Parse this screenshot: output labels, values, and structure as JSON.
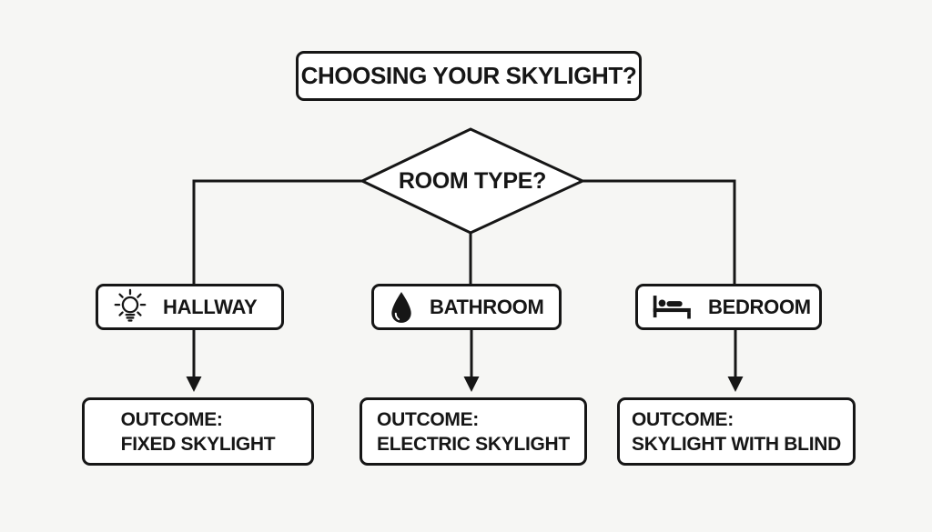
{
  "page": {
    "background": "#f6f6f4",
    "line_color": "#161616",
    "box_fill": "#ffffff"
  },
  "title": {
    "label": "CHOOSING YOUR SKYLIGHT?"
  },
  "decision": {
    "label": "ROOM TYPE?"
  },
  "branches": [
    {
      "room": "HALLWAY",
      "icon": "lightbulb",
      "outcome_label": "OUTCOME:",
      "outcome_value": "FIXED SKYLIGHT"
    },
    {
      "room": "BATHROOM",
      "icon": "water-drop",
      "outcome_label": "OUTCOME:",
      "outcome_value": "ELECTRIC SKYLIGHT"
    },
    {
      "room": "BEDROOM",
      "icon": "bed",
      "outcome_label": "OUTCOME:",
      "outcome_value": "SKYLIGHT WITH BLIND"
    }
  ]
}
